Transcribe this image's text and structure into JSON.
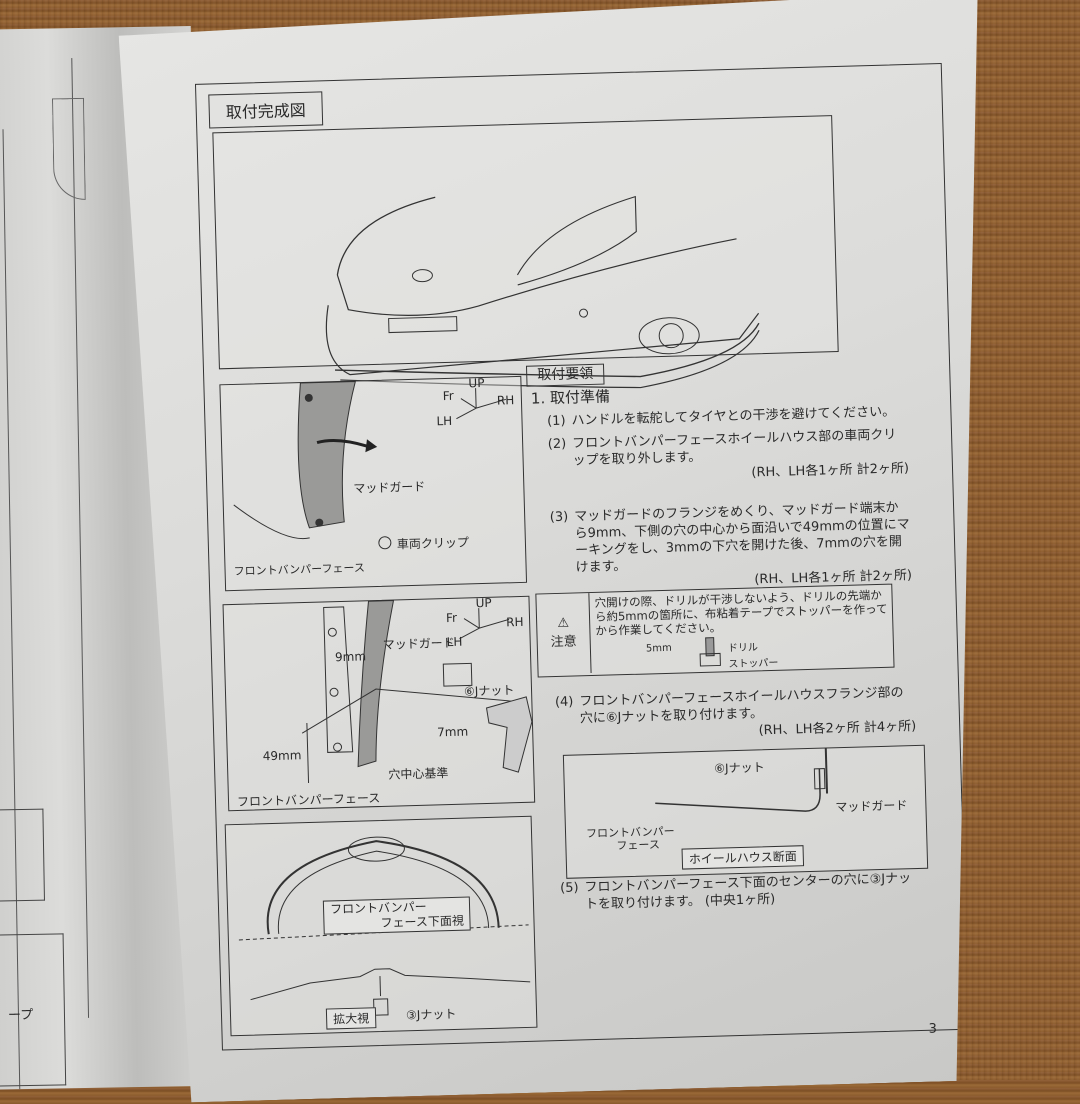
{
  "document": {
    "page_number": "3",
    "section_title": "取付完成図",
    "procedure_title": "取付要領",
    "preparation_heading": "1. 取付準備"
  },
  "diagrams": {
    "completed": {
      "caption": "取付完成図"
    },
    "clip_removal": {
      "axis": {
        "up": "UP",
        "fr": "Fr",
        "rh": "RH",
        "lh": "LH"
      },
      "mud_guard": "マッドガード",
      "vehicle_clip": "車両クリップ",
      "front_bumper_face": "フロントバンパーフェース"
    },
    "drilling": {
      "axis": {
        "up": "UP",
        "fr": "Fr",
        "rh": "RH",
        "lh": "LH"
      },
      "mud_guard": "マッドガード",
      "offset": "9mm",
      "j_nut": "⑥Jナット",
      "hole_size": "7mm",
      "distance": "49mm",
      "hole_center_ref": "穴中心基準",
      "front_bumper_face": "フロントバンパーフェース"
    },
    "underside": {
      "view_label_line1": "フロントバンパー",
      "view_label_line2": "フェース下面視",
      "zoom_label": "拡大視",
      "j_nut": "③Jナット"
    },
    "wheelhouse_section": {
      "j_nut": "⑥Jナット",
      "mud_guard": "マッドガード",
      "bumper_line1": "フロントバンパー",
      "bumper_line2": "フェース",
      "caption": "ホイールハウス断面"
    }
  },
  "steps": [
    {
      "num": "(1)",
      "text": "ハンドルを転舵してタイヤとの干渉を避けてください。",
      "qty": ""
    },
    {
      "num": "(2)",
      "text": "フロントバンパーフェースホイールハウス部の車両クリップを取り外します。",
      "qty": "(RH、LH各1ヶ所 計2ヶ所)"
    },
    {
      "num": "(3)",
      "text": "マッドガードのフランジをめくり、マッドガード端末から9mm、下側の穴の中心から面沿いで49mmの位置にマーキングをし、3mmの下穴を開けた後、7mmの穴を開けます。",
      "qty": "(RH、LH各1ヶ所 計2ヶ所)"
    },
    {
      "num": "(4)",
      "text": "フロントバンパーフェースホイールハウスフランジ部の穴に⑥Jナットを取り付けます。",
      "qty": "(RH、LH各2ヶ所 計4ヶ所)"
    },
    {
      "num": "(5)",
      "text": "フロントバンパーフェース下面のセンターの穴に③Jナットを取り付けます。",
      "qty": "(中央1ヶ所)"
    }
  ],
  "caution": {
    "icon": "warning-triangle-icon",
    "symbol": "⚠",
    "label": "注意",
    "text": "穴開けの際、ドリルが干渉しないよう、ドリルの先端から約5mmの箇所に、布粘着テープでストッパーを作ってから作業してください。",
    "dim": "5mm",
    "drill": "ドリル",
    "stopper": "ストッパー"
  },
  "left_page": {
    "fragment_text": "ープ"
  }
}
